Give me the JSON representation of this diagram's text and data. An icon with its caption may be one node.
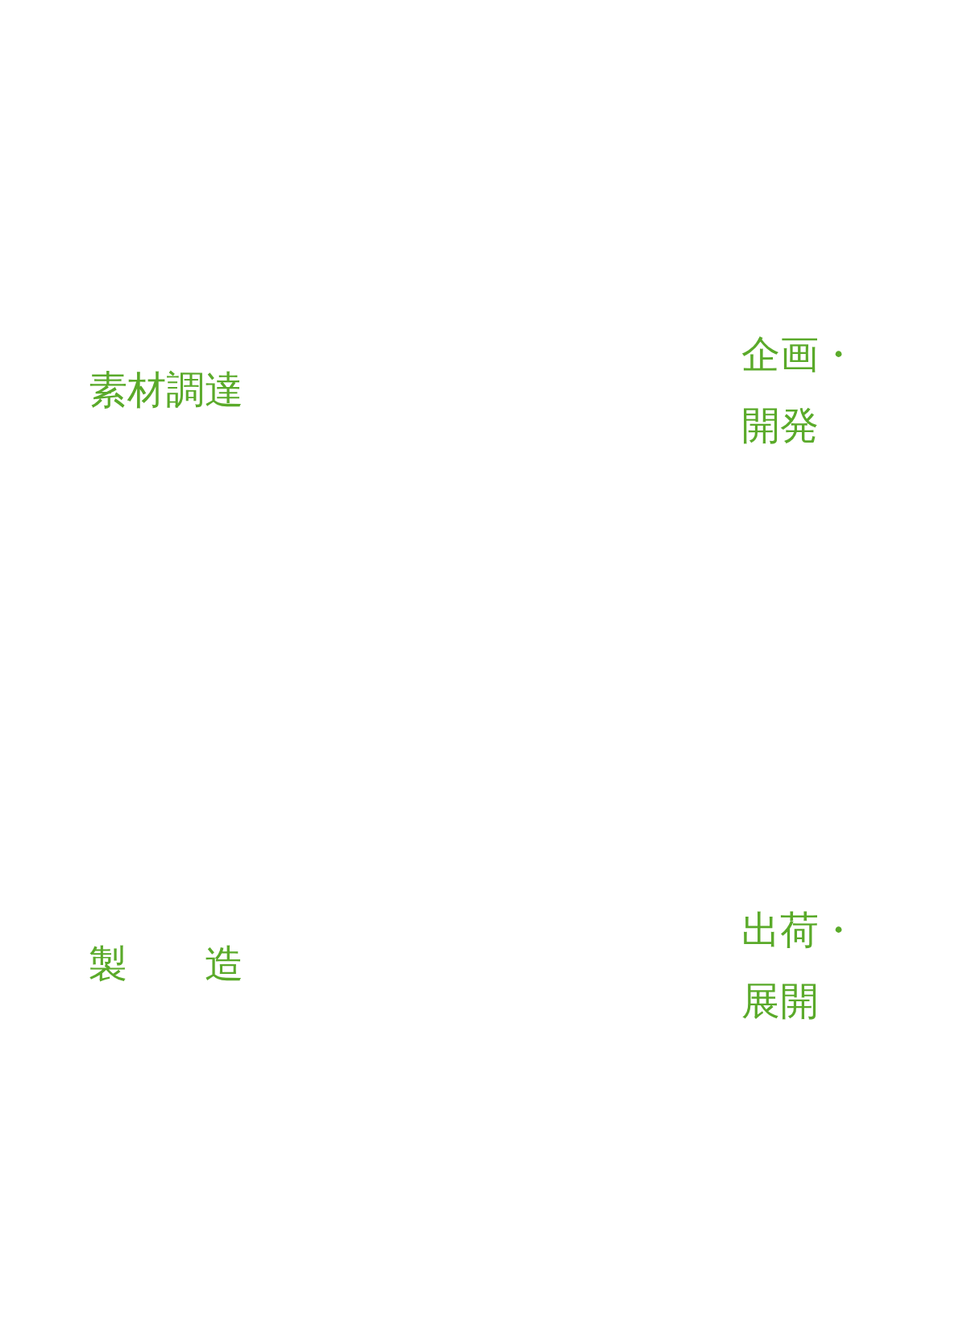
{
  "diagram": {
    "labels": [
      "素材調達",
      "企画・開発",
      "製　　造",
      "出荷・展開"
    ]
  }
}
